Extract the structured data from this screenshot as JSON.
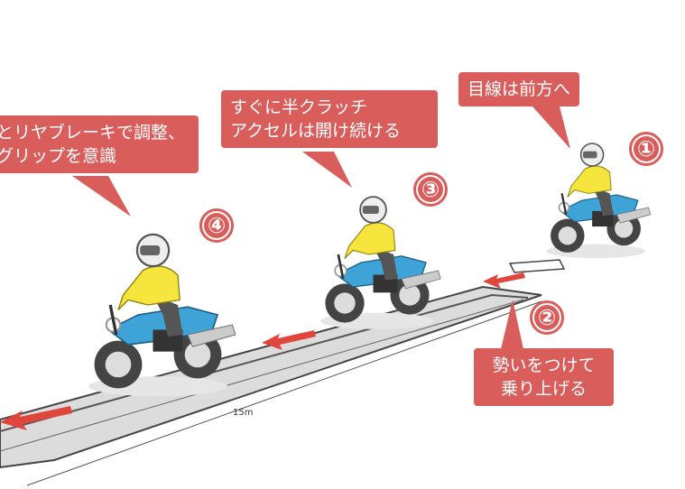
{
  "steps": [
    {
      "number": "①",
      "caption": "目線は前方へ"
    },
    {
      "number": "②",
      "caption_line1": "勢いをつけて",
      "caption_line2": "乗り上げる"
    },
    {
      "number": "③",
      "caption_line1": "すぐに半クラッチ",
      "caption_line2": "アクセルは開け続ける"
    },
    {
      "number": "④",
      "caption_line1": "とリヤブレーキで調整、",
      "caption_line2": "グリップを意識"
    }
  ],
  "distance_label": "15m",
  "colors": {
    "accent": "#d95d5b",
    "bike_blue": "#3ea3d6",
    "rider_yellow": "#f6e53c",
    "road": "#d9d9d9"
  }
}
